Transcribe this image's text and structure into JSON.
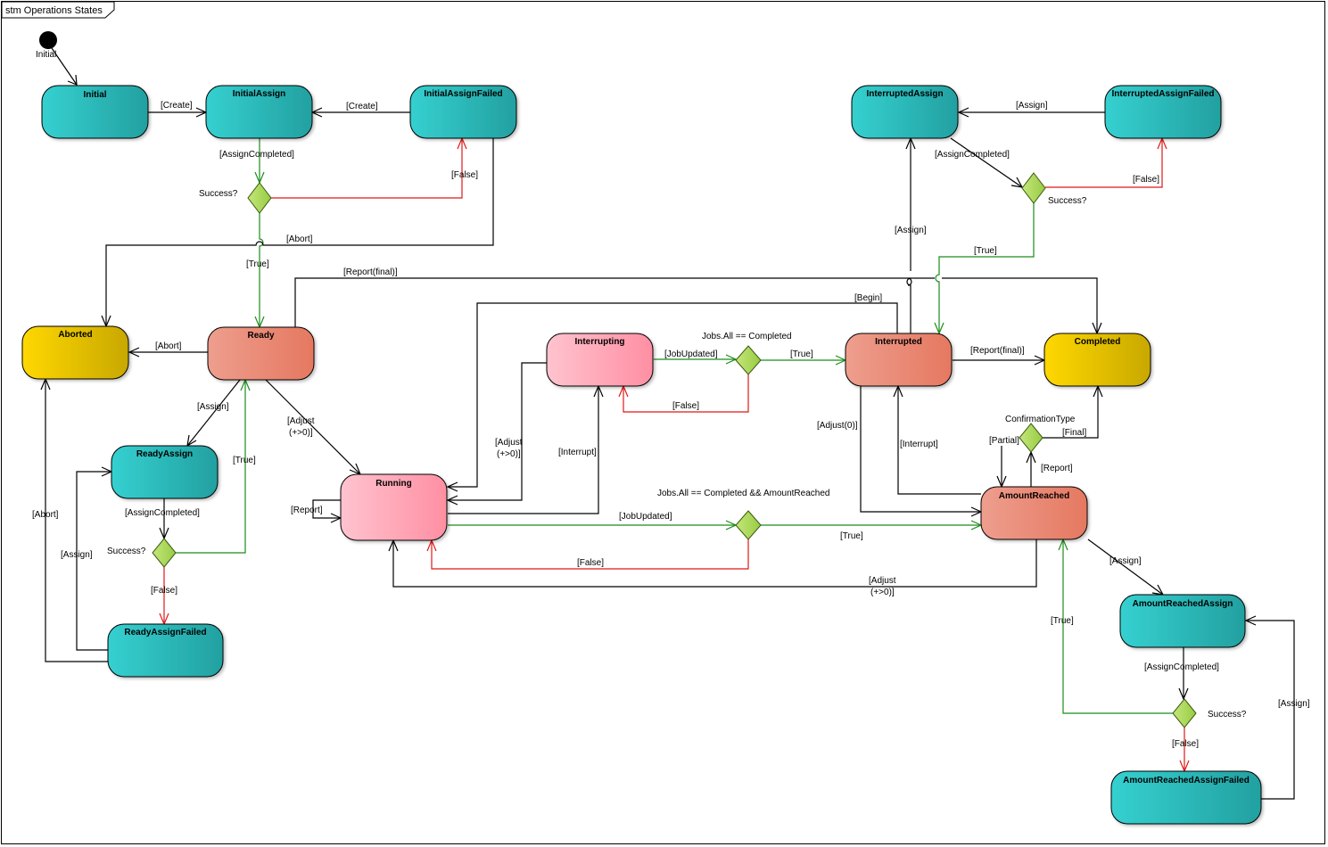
{
  "diagram": {
    "frame_label": "stm Operations States",
    "initial_pseudostate_label": "Initial",
    "colors": {
      "assign_state": "#2fc9c9",
      "active_state": "#ea8a76",
      "running_state": "#ff9fb0",
      "final_state": "#f2cc00",
      "decision": "#a6d45c",
      "edge_default": "#000000",
      "edge_true": "#1a8c1a",
      "edge_false": "#e01818"
    },
    "states": [
      {
        "id": "initial",
        "name": "Initial",
        "kind": "assign"
      },
      {
        "id": "initialassign",
        "name": "InitialAssign",
        "kind": "assign"
      },
      {
        "id": "initialassignfailed",
        "name": "InitialAssignFailed",
        "kind": "assign"
      },
      {
        "id": "interruptedassign",
        "name": "InterruptedAssign",
        "kind": "assign"
      },
      {
        "id": "interruptedassignfailed",
        "name": "InterruptedAssignFailed",
        "kind": "assign"
      },
      {
        "id": "aborted",
        "name": "Aborted",
        "kind": "final"
      },
      {
        "id": "ready",
        "name": "Ready",
        "kind": "active"
      },
      {
        "id": "interrupting",
        "name": "Interrupting",
        "kind": "running"
      },
      {
        "id": "interrupted",
        "name": "Interrupted",
        "kind": "active"
      },
      {
        "id": "completed",
        "name": "Completed",
        "kind": "final"
      },
      {
        "id": "readyassign",
        "name": "ReadyAssign",
        "kind": "assign"
      },
      {
        "id": "running",
        "name": "Running",
        "kind": "running"
      },
      {
        "id": "amountreached",
        "name": "AmountReached",
        "kind": "active"
      },
      {
        "id": "readyassignfailed",
        "name": "ReadyAssignFailed",
        "kind": "assign"
      },
      {
        "id": "amountreachedassign",
        "name": "AmountReachedAssign",
        "kind": "assign"
      },
      {
        "id": "amountreachedassignfailed",
        "name": "AmountReachedAssignFailed",
        "kind": "assign"
      }
    ],
    "decisions": [
      {
        "id": "d-initial",
        "label": "Success?"
      },
      {
        "id": "d-interrupted",
        "label": "Success?"
      },
      {
        "id": "d-ready",
        "label": "Success?"
      },
      {
        "id": "d-interrupting",
        "label": "Jobs.All == Completed"
      },
      {
        "id": "d-running",
        "label": "Jobs.All == Completed && AmountReached"
      },
      {
        "id": "d-confirm",
        "label": "ConfirmationType"
      },
      {
        "id": "d-amount",
        "label": "Success?"
      }
    ],
    "transitions": [
      {
        "from": "initial-pseudostate",
        "to": "Initial",
        "guard": ""
      },
      {
        "from": "Initial",
        "to": "InitialAssign",
        "guard": "[Create]"
      },
      {
        "from": "InitialAssignFailed",
        "to": "InitialAssign",
        "guard": "[Create]"
      },
      {
        "from": "InitialAssign",
        "to": "Success? (initial)",
        "guard": "[AssignCompleted]"
      },
      {
        "from": "Success? (initial)",
        "to": "InitialAssignFailed",
        "guard": "[False]"
      },
      {
        "from": "Success? (initial)",
        "to": "Ready",
        "guard": "[True]"
      },
      {
        "from": "InitialAssignFailed",
        "to": "Aborted",
        "guard": "[Abort]"
      },
      {
        "from": "Ready",
        "to": "Completed",
        "guard": "[Report(final)]"
      },
      {
        "from": "Ready",
        "to": "Aborted",
        "guard": "[Abort]"
      },
      {
        "from": "Ready",
        "to": "ReadyAssign",
        "guard": "[Assign]"
      },
      {
        "from": "Ready",
        "to": "Running",
        "guard": "[Adjust (+>0)]"
      },
      {
        "from": "ReadyAssign",
        "to": "Success? (ready)",
        "guard": "[AssignCompleted]"
      },
      {
        "from": "Success? (ready)",
        "to": "Ready",
        "guard": "[True]"
      },
      {
        "from": "Success? (ready)",
        "to": "ReadyAssignFailed",
        "guard": "[False]"
      },
      {
        "from": "ReadyAssignFailed",
        "to": "ReadyAssign",
        "guard": "[Assign]"
      },
      {
        "from": "ReadyAssignFailed",
        "to": "Aborted",
        "guard": "[Abort]"
      },
      {
        "from": "Running",
        "to": "Running",
        "guard": "[Report]"
      },
      {
        "from": "Interrupted",
        "to": "Running",
        "guard": "[Begin]"
      },
      {
        "from": "Interrupting",
        "to": "Running",
        "guard": "[Adjust (+>0)]"
      },
      {
        "from": "Running",
        "to": "Interrupting",
        "guard": "[Interrupt]"
      },
      {
        "from": "Interrupting",
        "to": "Jobs.All == Completed",
        "guard": "[JobUpdated]"
      },
      {
        "from": "Jobs.All == Completed",
        "to": "Interrupted",
        "guard": "[True]"
      },
      {
        "from": "Jobs.All == Completed",
        "to": "Interrupting",
        "guard": "[False]"
      },
      {
        "from": "Running",
        "to": "Jobs.All == Completed && AmountReached",
        "guard": "[JobUpdated]"
      },
      {
        "from": "Jobs.All == Completed && AmountReached",
        "to": "AmountReached",
        "guard": "[True]"
      },
      {
        "from": "Jobs.All == Completed && AmountReached",
        "to": "Running",
        "guard": "[False]"
      },
      {
        "from": "AmountReached",
        "to": "Running",
        "guard": "[Adjust (+>0)]"
      },
      {
        "from": "Interrupted",
        "to": "InterruptedAssign",
        "guard": "[Assign]"
      },
      {
        "from": "InterruptedAssignFailed",
        "to": "InterruptedAssign",
        "guard": "[Assign]"
      },
      {
        "from": "InterruptedAssign",
        "to": "Success? (interrupted)",
        "guard": "[AssignCompleted]"
      },
      {
        "from": "Success? (interrupted)",
        "to": "InterruptedAssignFailed",
        "guard": "[False]"
      },
      {
        "from": "Success? (interrupted)",
        "to": "Interrupted",
        "guard": "[True]"
      },
      {
        "from": "Interrupted",
        "to": "Completed",
        "guard": "[Report(final)]"
      },
      {
        "from": "Interrupted",
        "to": "AmountReached",
        "guard": "[Adjust(0)]"
      },
      {
        "from": "AmountReached",
        "to": "Interrupted",
        "guard": "[Interrupt]"
      },
      {
        "from": "AmountReached",
        "to": "ConfirmationType",
        "guard": "[Report]"
      },
      {
        "from": "ConfirmationType",
        "to": "Completed",
        "guard": "[Final]"
      },
      {
        "from": "ConfirmationType",
        "to": "AmountReached",
        "guard": "[Partial]"
      },
      {
        "from": "AmountReached",
        "to": "AmountReachedAssign",
        "guard": "[Assign]"
      },
      {
        "from": "AmountReachedAssign",
        "to": "Success? (amount)",
        "guard": "[AssignCompleted]"
      },
      {
        "from": "Success? (amount)",
        "to": "AmountReached",
        "guard": "[True]"
      },
      {
        "from": "Success? (amount)",
        "to": "AmountReachedAssignFailed",
        "guard": "[False]"
      },
      {
        "from": "AmountReachedAssignFailed",
        "to": "AmountReachedAssign",
        "guard": "[Assign]"
      }
    ],
    "guards": {
      "create1": "[Create]",
      "create2": "[Create]",
      "assigncompleted1": "[AssignCompleted]",
      "false1": "[False]",
      "abort1": "[Abort]",
      "true1": "[True]",
      "reportfinal1": "[Report(final)]",
      "abort2": "[Abort]",
      "assign1": "[Assign]",
      "adjust1a": "[Adjust",
      "adjust1b": "(+>0)]",
      "true2": "[True]",
      "assigncompleted2": "[AssignCompleted]",
      "false2": "[False]",
      "assign2": "[Assign]",
      "abort3": "[Abort]",
      "report1": "[Report]",
      "begin": "[Begin]",
      "adjust2a": "[Adjust",
      "adjust2b": "(+>0)]",
      "interrupt1": "[Interrupt]",
      "jobupdated1": "[JobUpdated]",
      "true3": "[True]",
      "false3": "[False]",
      "jobupdated2": "[JobUpdated]",
      "true4": "[True]",
      "false4": "[False]",
      "adjust3a": "[Adjust",
      "adjust3b": "(+>0)]",
      "assign3": "[Assign]",
      "assign4": "[Assign]",
      "assigncompleted3": "[AssignCompleted]",
      "false5": "[False]",
      "true5": "[True]",
      "reportfinal2": "[Report(final)]",
      "adjust0": "[Adjust(0)]",
      "interrupt2": "[Interrupt]",
      "report2": "[Report]",
      "final": "[Final]",
      "partial": "[Partial]",
      "assign5": "[Assign]",
      "assigncompleted4": "[AssignCompleted]",
      "true6": "[True]",
      "false6": "[False]",
      "assign6": "[Assign]"
    }
  }
}
